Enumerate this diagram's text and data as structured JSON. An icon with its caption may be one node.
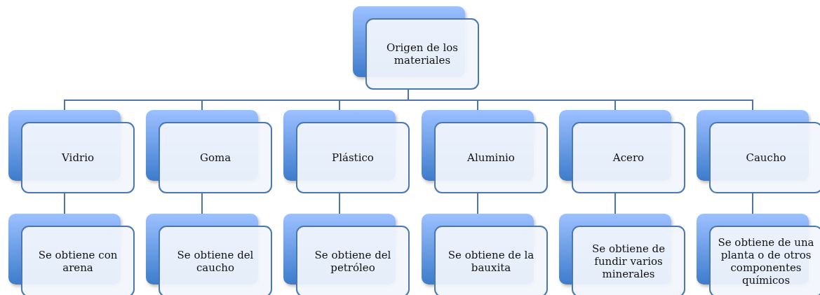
{
  "diagram": {
    "nodes": [
      {
        "text": [
          "Origen de los materiales"
        ]
      },
      {
        "text": [
          "Vidrio"
        ]
      },
      {
        "text": [
          "Goma"
        ]
      },
      {
        "text": [
          "Plástico"
        ]
      },
      {
        "text": [
          "Aluminio"
        ]
      },
      {
        "text": [
          "Acero"
        ]
      },
      {
        "text": [
          "Caucho"
        ]
      },
      {
        "text": [
          "Se obtiene con arena"
        ]
      },
      {
        "text": [
          "Se obtiene del caucho"
        ]
      },
      {
        "text": [
          "Se obtiene del petróleo"
        ]
      },
      {
        "text": [
          "Se obtiene de la bauxita"
        ]
      },
      {
        "text": [
          "Se obtiene de fundir varios minerales"
        ]
      },
      {
        "text": [
          "Se obtiene de una planta o de otros componentes químicos"
        ]
      }
    ],
    "edges": [
      {
        "from": 0,
        "to": 1,
        "arrow": "none"
      },
      {
        "from": 0,
        "to": 2,
        "arrow": "none"
      },
      {
        "from": 0,
        "to": 3,
        "arrow": "none"
      },
      {
        "from": 0,
        "to": 4,
        "arrow": "none"
      },
      {
        "from": 0,
        "to": 5,
        "arrow": "none"
      },
      {
        "from": 0,
        "to": 6,
        "arrow": "none"
      },
      {
        "from": 1,
        "to": 7,
        "arrow": "none"
      },
      {
        "from": 2,
        "to": 8,
        "arrow": "none"
      },
      {
        "from": 3,
        "to": 9,
        "arrow": "none"
      },
      {
        "from": 4,
        "to": 10,
        "arrow": "none"
      },
      {
        "from": 5,
        "to": 11,
        "arrow": "none"
      },
      {
        "from": 6,
        "to": 12,
        "arrow": "none"
      }
    ]
  }
}
